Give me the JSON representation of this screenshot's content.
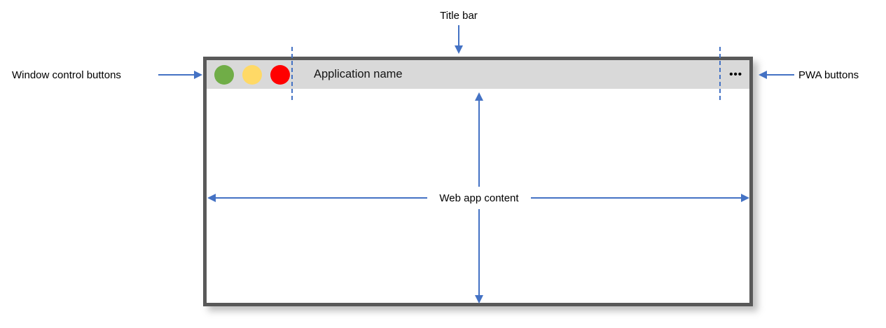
{
  "annotations": {
    "title_bar": "Title bar",
    "window_control_buttons": "Window control buttons",
    "pwa_buttons": "PWA buttons",
    "web_app_content": "Web app content"
  },
  "window": {
    "app_name": "Application name",
    "pwa_menu_ellipsis": "•••"
  },
  "colors": {
    "window_border": "#595959",
    "title_bar_bg": "#D9D9D9",
    "control_green": "#70AD47",
    "control_yellow": "#FFD966",
    "control_red": "#FF0000",
    "annotation_arrow_blue": "#4472C4",
    "label_text": "#000000"
  }
}
